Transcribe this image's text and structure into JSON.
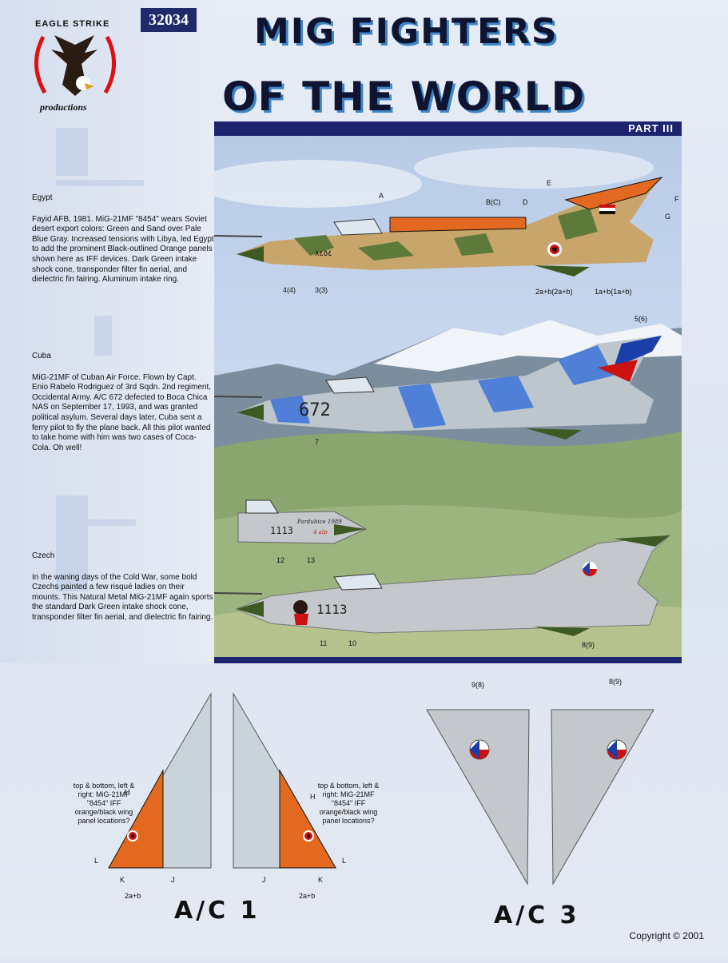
{
  "header": {
    "catalog_number": "32034",
    "brand_top": "EAGLE STRIKE",
    "brand_bottom": "productions",
    "title_line1": "MIG FIGHTERS",
    "title_line2": "OF THE WORLD",
    "part": "PART III"
  },
  "sections": [
    {
      "heading": "Egypt",
      "body": "Fayid AFB, 1981. MiG-21MF \"8454\" wears Soviet desert export colors: Green and Sand over Pale Blue Gray.  Increased tensions with Libya, led Egypt to add the prominent Black-outlined Orange panels shown here as IFF devices.  Dark Green intake shock cone, transponder filter fin aerial, and dielectric fin fairing.  Aluminum intake ring."
    },
    {
      "heading": "Cuba",
      "body": "MiG-21MF of Cuban Air Force. Flown by Capt. Enio Rabelo Rodriguez of 3rd Sqdn. 2nd regiment, Occidental Army. A/C 672 defected to Boca Chica NAS on September 17, 1993, and was granted political asylum. Several days later, Cuba sent a ferry pilot to fly the plane back. All this pilot wanted to take  home with him was two cases of Coca-Cola. Oh well!"
    },
    {
      "heading": "Czech",
      "body": "In the waning days of the Cold War, some bold Czechs painted a few risqué ladies on their mounts. This Natural Metal MiG-21MF again sports the standard Dark Green intake shock cone, transponder filter fin aerial, and dielectric fin fairing."
    }
  ],
  "aircraft": {
    "egypt_code": "8454",
    "egypt_code_nose": "٨٤٥٤",
    "cuba_code": "672",
    "czech_code": "1113",
    "czech_nose_script": "Pardubice 1989",
    "czech_nose_small": "4 alp"
  },
  "callouts": {
    "A": "A",
    "B": "B(C)",
    "D": "D",
    "E": "E",
    "F": "F",
    "G": "G",
    "c44": "4(4)",
    "c33": "3(3)",
    "c2ab": "2a+b(2a+b)",
    "c1ab": "1a+b(1a+b)",
    "c56": "5(6)",
    "c7": "7",
    "c12": "12",
    "c13": "13",
    "c11": "11",
    "c10": "10",
    "c89": "8(9)"
  },
  "lower": {
    "note": "top & bottom, left & right: MiG-21MF \"8454\" IFF orange/black wing panel locations?",
    "labels": {
      "H": "H",
      "L": "L",
      "K": "K",
      "J": "J",
      "ab": "2a+b"
    },
    "wing3_left_label": "9(8)",
    "wing3_right_label": "8(9)",
    "ac1": "A/C 1",
    "ac3": "A/C 3",
    "copyright": "Copyright © 2001"
  },
  "colors": {
    "navy": "#1c2470",
    "orange": "#e2691f",
    "sand": "#c8a56a",
    "green": "#5d7a3a",
    "cuba_blue": "#4f7fd6",
    "metal": "#c4c8cc"
  }
}
